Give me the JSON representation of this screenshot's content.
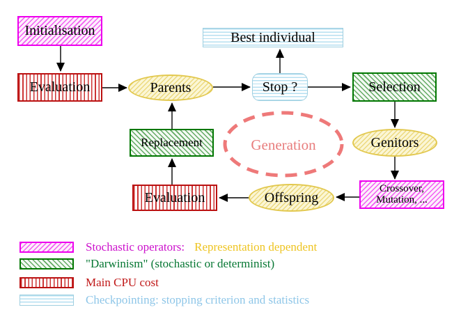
{
  "nodes": {
    "initialisation": "Initialisation",
    "evaluation_top": "Evaluation",
    "parents": "Parents",
    "best_individual": "Best individual",
    "stop": "Stop ?",
    "selection": "Selection",
    "genitors": "Genitors",
    "crossover_line1": "Crossover,",
    "crossover_line2": "Mutation, ...",
    "offspring": "Offspring",
    "evaluation_bottom": "Evaluation",
    "replacement": "Replacement",
    "generation": "Generation"
  },
  "legend": {
    "rows": [
      {
        "swatch": "magenta-hatch",
        "primary": "Stochastic operators:",
        "secondary": "Representation dependent"
      },
      {
        "swatch": "green-hatch",
        "primary": "\"Darwinism\" (stochastic or determinist)",
        "secondary": ""
      },
      {
        "swatch": "red-stripes",
        "primary": "Main CPU cost",
        "secondary": ""
      },
      {
        "swatch": "cyan-stripes",
        "primary": "Checkpointing: stopping criterion and statistics",
        "secondary": ""
      }
    ]
  },
  "colors": {
    "magenta": "#ee00ee",
    "red": "#bb1111",
    "green": "#007700",
    "cyan_border": "#9fcfe0",
    "yellow_border": "#e2c84e",
    "salmon": "#ee7979",
    "legend_magenta_text": "#cc11cc",
    "legend_gold_text": "#eec421",
    "legend_green_text": "#067733",
    "legend_red_text": "#c01818",
    "legend_cyan_text": "#8ec6e8",
    "arrow": "#000000"
  }
}
